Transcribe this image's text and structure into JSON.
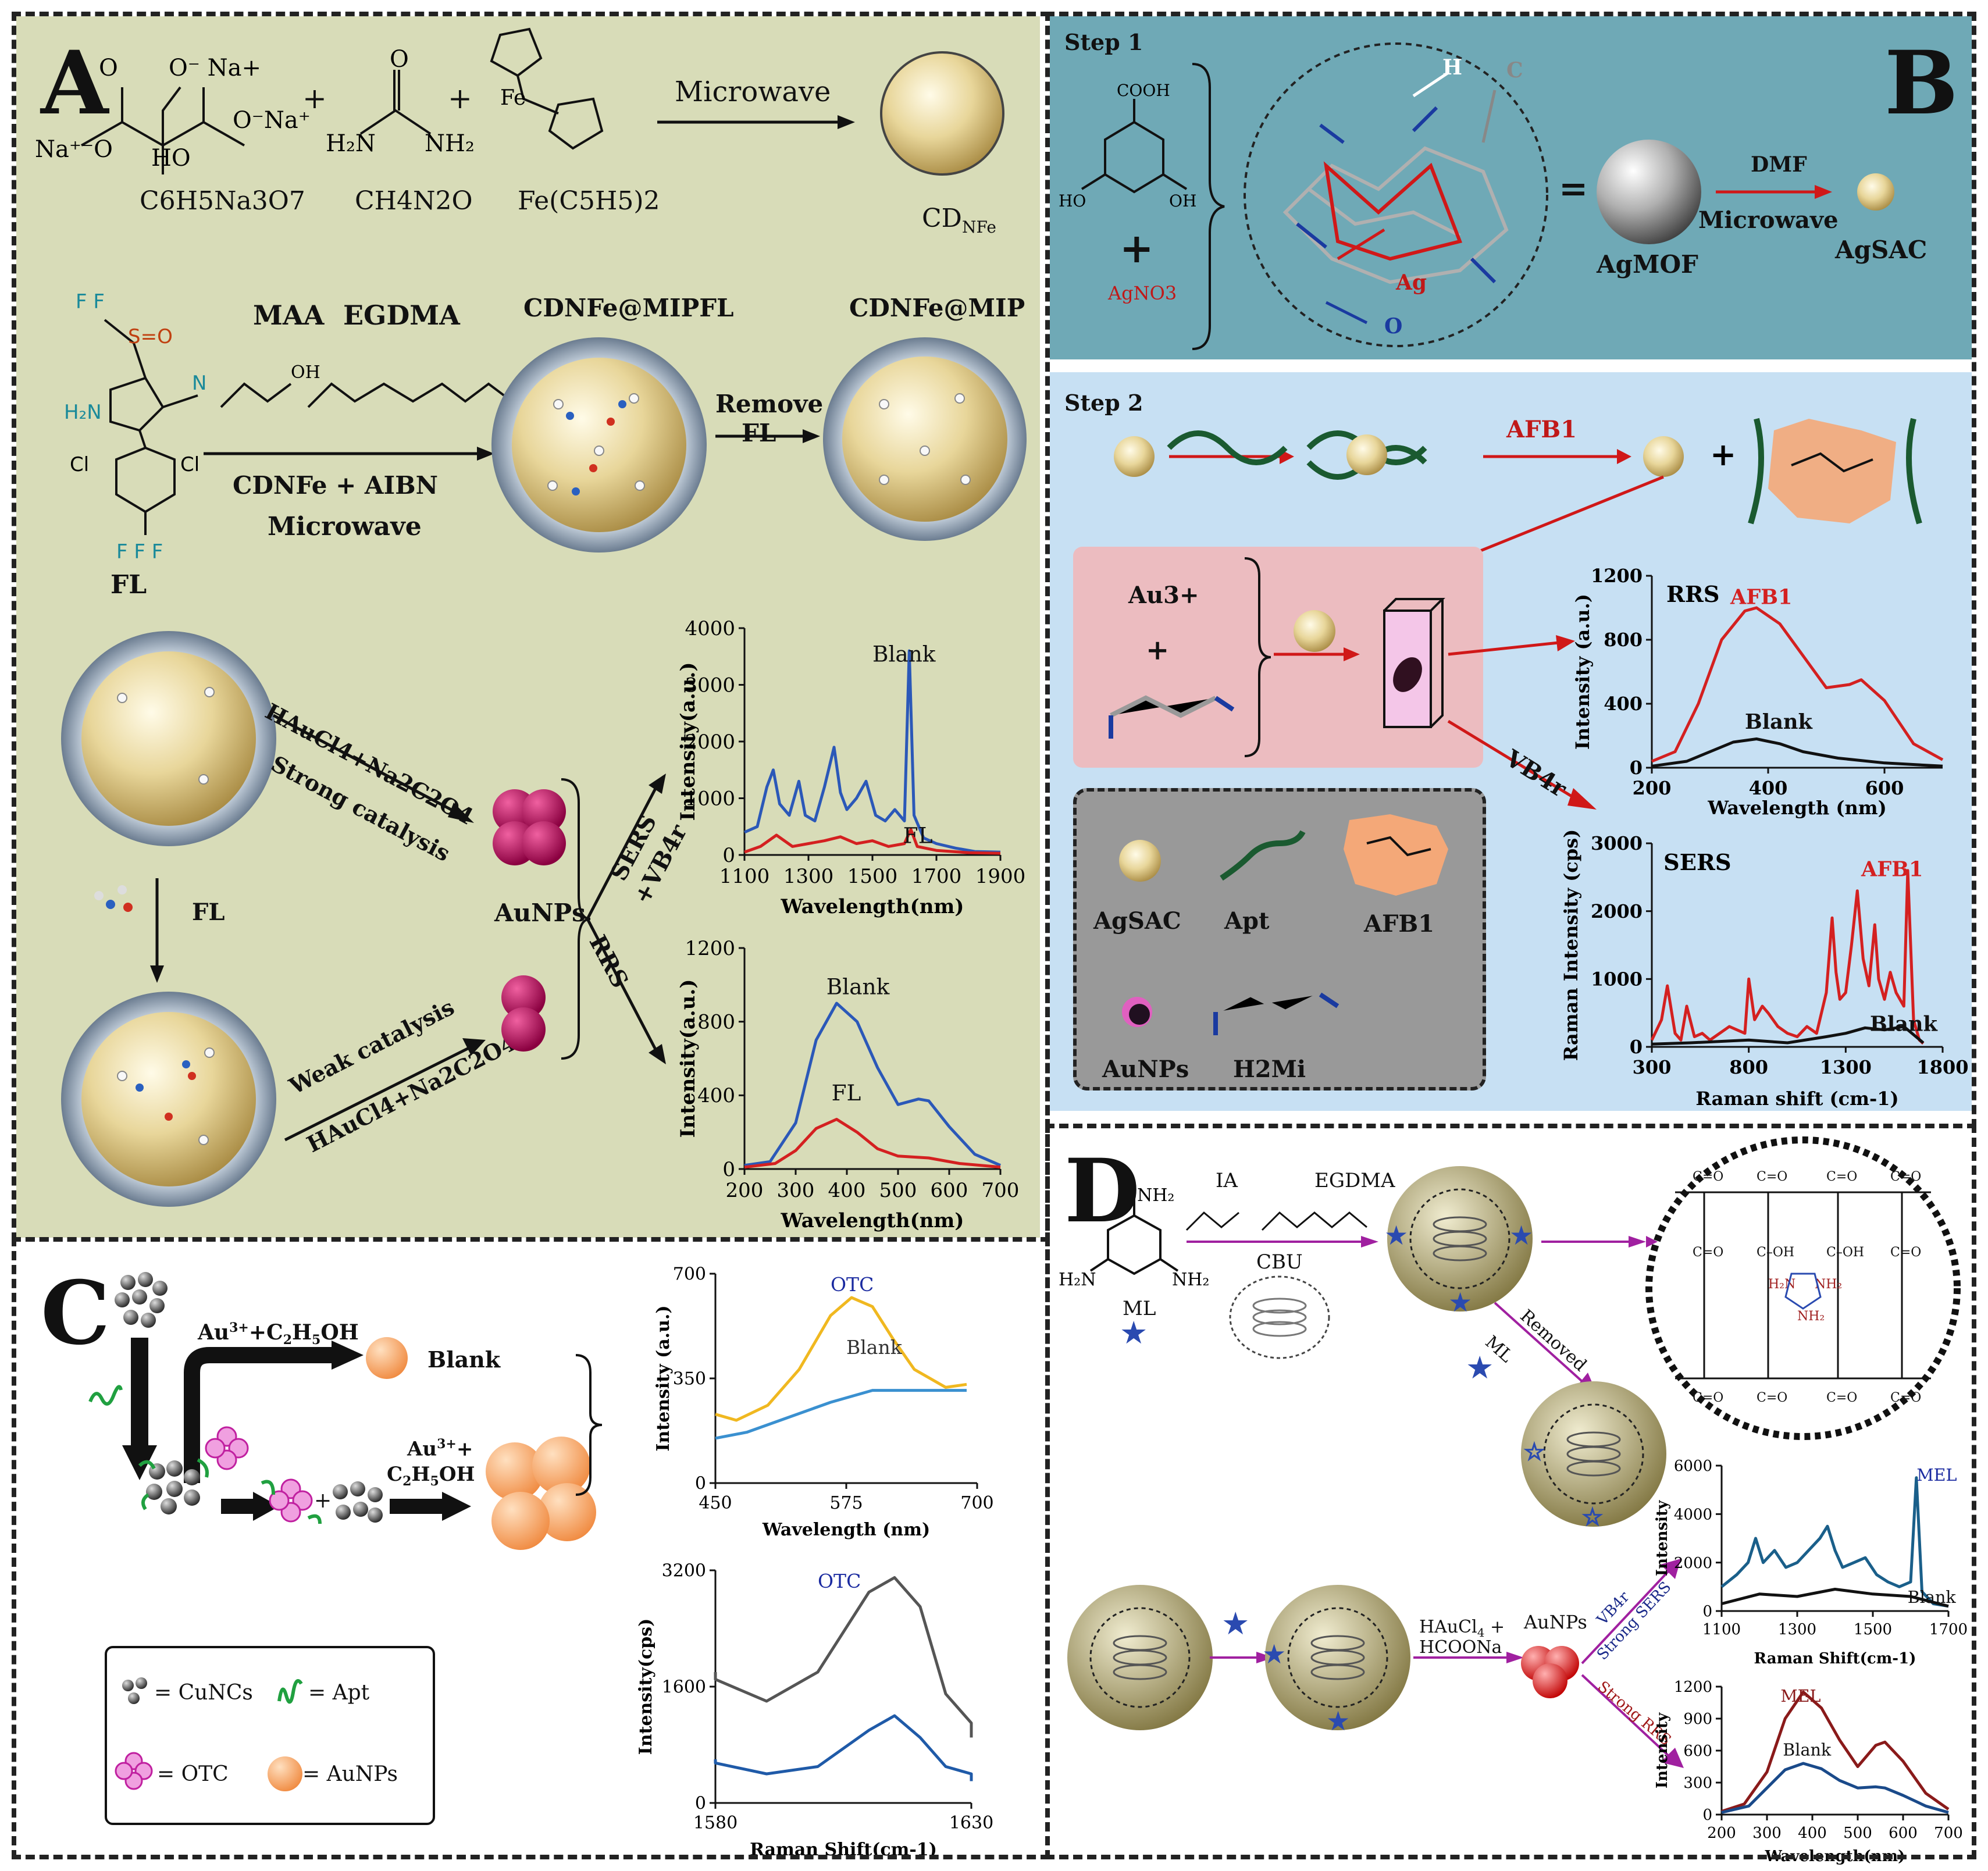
{
  "panel_a": {
    "letter": "A",
    "reagents": [
      "C6H5Na3O7",
      "CH4N2O",
      "Fe(C5H5)2"
    ],
    "plus": "+",
    "microwave": "Microwave",
    "cd_label": "CD",
    "cd_sub": "NFe",
    "maa": "MAA",
    "egdma": "EGDMA",
    "fl": "FL",
    "cd_aibn": "CDNFe + AIBN",
    "microwave2": "Microwave",
    "mip_fl_label": "CDNFe@MIPFL",
    "mip_label": "CDNFe@MIP",
    "remove": "Remove",
    "remove_fl": "FL",
    "haucl4_1": "HAuCl4+Na2C2O4",
    "strong_catalysis": "Strong catalysis",
    "weak_catalysis": "Weak catalysis",
    "haucl4_2": "HAuCl4+Na2C2O4",
    "fl_arrow": "FL",
    "aunps": "AuNPs",
    "sers": "SERS",
    "vb4r": "+VB4r",
    "rrs": "RRS"
  },
  "panel_b": {
    "letter": "B",
    "step1": "Step 1",
    "step2": "Step 2",
    "agno3": "AgNO3",
    "plus": "+",
    "h": "H",
    "c": "C",
    "ag": "Ag",
    "o": "O",
    "equals": "=",
    "dmf": "DMF",
    "microwave": "Microwave",
    "agmof": "AgMOF",
    "agsac": "AgSAC",
    "afb1": "AFB1",
    "au3": "Au3+",
    "vb4r": "VB4r",
    "legend": [
      "AgSAC",
      "Apt",
      "AFB1",
      "AuNPs",
      "H2Mi"
    ]
  },
  "panel_c": {
    "letter": "C",
    "au_c2h5oh": "Au3++C2H5OH",
    "blank": "Blank",
    "au_c2h5oh_2a": "Au3++",
    "au_c2h5oh_2b": "C2H5OH",
    "legend": [
      {
        "sym": "= CuNCs"
      },
      {
        "sym": "= Apt"
      },
      {
        "sym": "= OTC"
      },
      {
        "sym": "= AuNPs"
      }
    ]
  },
  "panel_d": {
    "letter": "D",
    "ia": "IA",
    "egdma": "EGDMA",
    "cbu": "CBU",
    "ml": "ML",
    "removed": "Removed",
    "ml2": "ML",
    "haucl4": "HAuCl4 +",
    "hcoona": "HCOONa",
    "aunps": "AuNPs",
    "vb4r": "VB4r",
    "strong_sers": "Strong SERS",
    "strong_rrs": "Strong RRS"
  },
  "chart_data": [
    {
      "id": "A-SERS",
      "type": "line",
      "ylabel": "Intensity(a.u.)",
      "xlabel": "Wavelength(nm)",
      "xlim": [
        1100,
        1900
      ],
      "ylim": [
        0,
        4000
      ],
      "xticks": [
        1100,
        1300,
        1500,
        1700,
        1900
      ],
      "yticks": [
        0,
        1000,
        2000,
        3000,
        4000
      ],
      "series": [
        {
          "name": "Blank",
          "color": "#2b58b8",
          "x": [
            1100,
            1140,
            1170,
            1190,
            1210,
            1240,
            1270,
            1290,
            1320,
            1350,
            1380,
            1400,
            1420,
            1450,
            1480,
            1510,
            1540,
            1570,
            1600,
            1615,
            1630,
            1660,
            1700,
            1760,
            1820,
            1900
          ],
          "y": [
            400,
            500,
            1200,
            1500,
            900,
            700,
            1300,
            700,
            600,
            1200,
            1900,
            1100,
            800,
            1000,
            1300,
            700,
            600,
            800,
            600,
            3600,
            700,
            300,
            200,
            120,
            60,
            50
          ]
        },
        {
          "name": "FL",
          "color": "#d42020",
          "x": [
            1100,
            1150,
            1200,
            1250,
            1300,
            1350,
            1400,
            1450,
            1500,
            1550,
            1600,
            1620,
            1640,
            1700,
            1800,
            1900
          ],
          "y": [
            50,
            150,
            350,
            150,
            200,
            250,
            320,
            200,
            250,
            150,
            200,
            450,
            150,
            80,
            40,
            30
          ]
        }
      ]
    },
    {
      "id": "A-RRS",
      "type": "line",
      "ylabel": "Intensity(a.u.)",
      "xlabel": "Wavelength(nm)",
      "xlim": [
        200,
        700
      ],
      "ylim": [
        0,
        1200
      ],
      "xticks": [
        200,
        300,
        400,
        500,
        600,
        700
      ],
      "yticks": [
        0,
        400,
        800,
        1200
      ],
      "series": [
        {
          "name": "Blank",
          "color": "#2b58b8",
          "x": [
            200,
            250,
            300,
            340,
            380,
            420,
            460,
            500,
            540,
            560,
            600,
            650,
            700
          ],
          "y": [
            20,
            40,
            250,
            700,
            900,
            800,
            550,
            350,
            380,
            370,
            230,
            80,
            20
          ]
        },
        {
          "name": "FL",
          "color": "#d42020",
          "x": [
            200,
            260,
            300,
            340,
            380,
            420,
            460,
            500,
            560,
            620,
            700
          ],
          "y": [
            10,
            30,
            100,
            220,
            270,
            200,
            110,
            70,
            60,
            30,
            10
          ]
        }
      ]
    },
    {
      "id": "B-RRS",
      "type": "line",
      "title": "RRS",
      "ylabel": "Intensity (a.u.)",
      "xlabel": "Wavelength (nm)",
      "xlim": [
        200,
        700
      ],
      "ylim": [
        0,
        1200
      ],
      "xticks": [
        200,
        400,
        600
      ],
      "yticks": [
        0,
        400,
        800,
        1200
      ],
      "series": [
        {
          "name": "AFB1",
          "color": "#d42020",
          "x": [
            200,
            240,
            280,
            320,
            360,
            380,
            420,
            460,
            500,
            540,
            560,
            600,
            650,
            700
          ],
          "y": [
            40,
            100,
            400,
            800,
            980,
            1000,
            900,
            700,
            500,
            520,
            550,
            420,
            150,
            50
          ]
        },
        {
          "name": "Blank",
          "color": "#111111",
          "x": [
            200,
            260,
            300,
            340,
            380,
            420,
            460,
            520,
            600,
            700
          ],
          "y": [
            10,
            40,
            100,
            160,
            180,
            150,
            100,
            60,
            30,
            10
          ]
        }
      ]
    },
    {
      "id": "B-SERS",
      "type": "line",
      "title": "SERS",
      "ylabel": "Raman Intensity (cps)",
      "xlabel": "Raman shift (cm-1)",
      "xlim": [
        300,
        1800
      ],
      "ylim": [
        0,
        3000
      ],
      "xticks": [
        300,
        800,
        1300,
        1800
      ],
      "yticks": [
        0,
        1000,
        2000,
        3000
      ],
      "series": [
        {
          "name": "AFB1",
          "color": "#d42020",
          "x": [
            300,
            350,
            380,
            420,
            450,
            480,
            520,
            560,
            600,
            700,
            780,
            800,
            830,
            870,
            900,
            950,
            1000,
            1050,
            1100,
            1150,
            1200,
            1230,
            1250,
            1270,
            1300,
            1330,
            1360,
            1390,
            1420,
            1450,
            1470,
            1500,
            1530,
            1560,
            1600,
            1620,
            1650,
            1680,
            1700
          ],
          "y": [
            100,
            400,
            900,
            200,
            100,
            600,
            150,
            200,
            100,
            300,
            200,
            1000,
            400,
            600,
            500,
            300,
            200,
            150,
            300,
            200,
            800,
            1900,
            1100,
            700,
            800,
            1500,
            2300,
            1300,
            900,
            1800,
            1000,
            700,
            1100,
            800,
            600,
            2600,
            400,
            100,
            50
          ]
        },
        {
          "name": "Blank",
          "color": "#111111",
          "x": [
            300,
            500,
            800,
            1000,
            1200,
            1300,
            1400,
            1500,
            1600,
            1700
          ],
          "y": [
            40,
            60,
            100,
            60,
            150,
            200,
            280,
            250,
            300,
            60
          ]
        }
      ]
    },
    {
      "id": "C-RRS",
      "type": "line",
      "ylabel": "Intensity (a.u.)",
      "xlabel": "Wavelength (nm)",
      "xlim": [
        450,
        700
      ],
      "ylim": [
        0,
        700
      ],
      "xticks": [
        450,
        575,
        700
      ],
      "yticks": [
        0,
        350,
        700
      ],
      "series": [
        {
          "name": "OTC",
          "color": "#f0b820",
          "x": [
            450,
            470,
            500,
            530,
            560,
            580,
            600,
            620,
            640,
            670,
            690
          ],
          "y": [
            230,
            210,
            260,
            380,
            560,
            620,
            590,
            480,
            380,
            320,
            330
          ]
        },
        {
          "name": "Blank",
          "color": "#3a90d0",
          "x": [
            450,
            480,
            520,
            560,
            600,
            640,
            690
          ],
          "y": [
            150,
            170,
            220,
            270,
            310,
            310,
            310
          ]
        }
      ]
    },
    {
      "id": "C-SERS",
      "type": "line",
      "ylabel": "Intensity(cps)",
      "xlabel": "Raman Shift(cm-1)",
      "xlim": [
        1580,
        1630
      ],
      "ylim": [
        0,
        3200
      ],
      "xticks": [
        1580,
        1630
      ],
      "yticks": [
        0,
        1600,
        3200
      ],
      "series": [
        {
          "name": "OTC",
          "color": "#555555",
          "x": [
            1570,
            1580,
            1590,
            1600,
            1610,
            1615,
            1620,
            1625,
            1630,
            1640,
            1645
          ],
          "y": [
            1800,
            1700,
            1400,
            1800,
            2900,
            3100,
            2700,
            1500,
            1100,
            900,
            900
          ]
        },
        {
          "name": "",
          "color": "#1f5aa8",
          "x": [
            1570,
            1580,
            1590,
            1600,
            1610,
            1615,
            1620,
            1625,
            1630,
            1640,
            1645
          ],
          "y": [
            600,
            550,
            400,
            500,
            1000,
            1200,
            900,
            500,
            400,
            300,
            300
          ]
        }
      ]
    },
    {
      "id": "D-SERS",
      "type": "line",
      "ylabel": "Intensity",
      "xlabel": "Raman Shift(cm-1)",
      "xlim": [
        1100,
        1700
      ],
      "ylim": [
        0,
        6000
      ],
      "xticks": [
        1100,
        1300,
        1500,
        1700
      ],
      "yticks": [
        0,
        2000,
        4000,
        6000
      ],
      "series": [
        {
          "name": "MEL",
          "color": "#1a5f8a",
          "x": [
            1100,
            1140,
            1170,
            1190,
            1210,
            1240,
            1270,
            1300,
            1330,
            1360,
            1380,
            1400,
            1420,
            1450,
            1480,
            1510,
            1540,
            1570,
            1600,
            1615,
            1630,
            1660,
            1700
          ],
          "y": [
            1000,
            1500,
            2000,
            3000,
            2000,
            2500,
            1800,
            2000,
            2500,
            3000,
            3500,
            2500,
            1800,
            2000,
            2200,
            1500,
            1200,
            1000,
            1200,
            5500,
            800,
            300,
            200
          ]
        },
        {
          "name": "Blank",
          "color": "#111111",
          "x": [
            1100,
            1200,
            1300,
            1400,
            1500,
            1600,
            1700
          ],
          "y": [
            300,
            700,
            600,
            900,
            700,
            600,
            200
          ]
        }
      ]
    },
    {
      "id": "D-RRS",
      "type": "line",
      "ylabel": "Intensity",
      "xlabel": "Wavelength(nm)",
      "xlim": [
        200,
        700
      ],
      "ylim": [
        0,
        1200
      ],
      "xticks": [
        200,
        300,
        400,
        500,
        600,
        700
      ],
      "yticks": [
        0,
        300,
        600,
        900,
        1200
      ],
      "series": [
        {
          "name": "MEL",
          "color": "#8a1a1a",
          "x": [
            200,
            250,
            300,
            340,
            380,
            420,
            460,
            500,
            540,
            560,
            600,
            650,
            700
          ],
          "y": [
            30,
            100,
            400,
            900,
            1150,
            1000,
            700,
            450,
            650,
            680,
            500,
            200,
            50
          ]
        },
        {
          "name": "Blank",
          "color": "#1a4a8a",
          "x": [
            200,
            260,
            300,
            340,
            380,
            420,
            460,
            500,
            540,
            560,
            600,
            650,
            700
          ],
          "y": [
            20,
            80,
            250,
            420,
            480,
            430,
            320,
            250,
            260,
            250,
            180,
            80,
            20
          ]
        }
      ]
    }
  ]
}
